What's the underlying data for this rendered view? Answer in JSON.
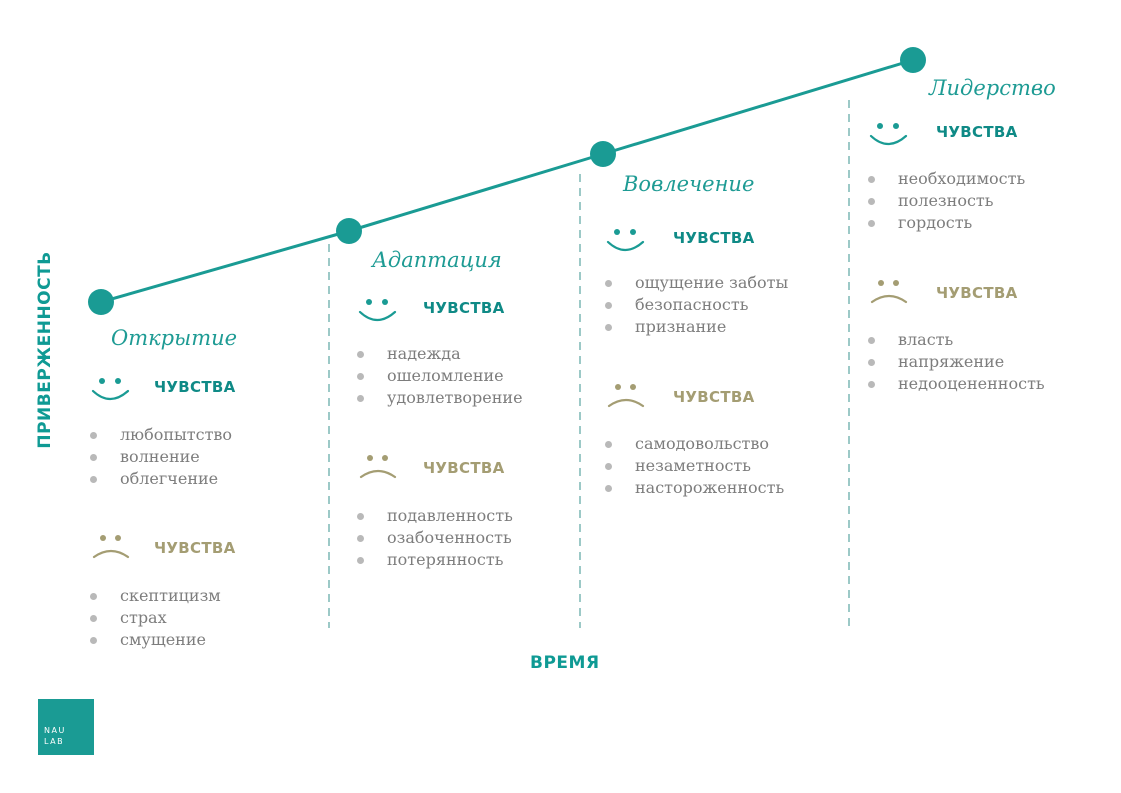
{
  "axis": {
    "y_label": "ПРИВЕРЖЕННОСТЬ",
    "x_label": "ВРЕМЯ"
  },
  "colors": {
    "teal": "#1a9b94",
    "olive": "#a49d73",
    "text_gray": "#7d7d7d",
    "divider": "#9cc9c7"
  },
  "logo": {
    "line1": "NAU",
    "line2": "LAB"
  },
  "stages": [
    {
      "name": "Открытие",
      "positive": {
        "icon": "smile-face-icon",
        "label": "ЧУВСТВА",
        "items": [
          "любопытство",
          "волнение",
          "облегчение"
        ]
      },
      "negative": {
        "icon": "sad-face-icon",
        "label": "ЧУВСТВА",
        "items": [
          "скептицизм",
          "страх",
          "смущение"
        ]
      }
    },
    {
      "name": "Адаптация",
      "positive": {
        "icon": "smile-face-icon",
        "label": "ЧУВСТВА",
        "items": [
          "надежда",
          "ошеломление",
          "удовлетворение"
        ]
      },
      "negative": {
        "icon": "sad-face-icon",
        "label": "ЧУВСТВА",
        "items": [
          "подавленность",
          "озабоченность",
          "потерянность"
        ]
      }
    },
    {
      "name": "Вовлечение",
      "positive": {
        "icon": "smile-face-icon",
        "label": "ЧУВСТВА",
        "items": [
          "ощущение заботы",
          "безопасность",
          "признание"
        ]
      },
      "negative": {
        "icon": "sad-face-icon",
        "label": "ЧУВСТВА",
        "items": [
          "самодовольство",
          "незаметность",
          "настороженность"
        ]
      }
    },
    {
      "name": "Лидерство",
      "positive": {
        "icon": "smile-face-icon",
        "label": "ЧУВСТВА",
        "items": [
          "необходимость",
          "полезность",
          "гордость"
        ]
      },
      "negative": {
        "icon": "sad-face-icon",
        "label": "ЧУВСТВА",
        "items": [
          "власть",
          "напряжение",
          "недооцененность"
        ]
      }
    }
  ]
}
